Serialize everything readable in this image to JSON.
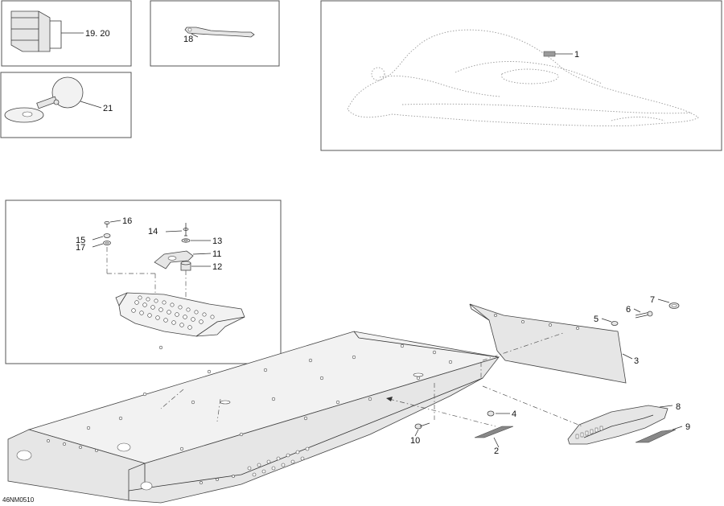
{
  "callouts": {
    "c1": "1",
    "c2": "2",
    "c3": "3",
    "c4": "4",
    "c5": "5",
    "c6": "6",
    "c7": "7",
    "c8": "8",
    "c9": "9",
    "c10": "10",
    "c11": "11",
    "c12": "12",
    "c13": "13",
    "c14": "14",
    "c15": "15",
    "c16": "16",
    "c17": "17",
    "c18": "18",
    "c19_20": "19. 20",
    "c21": "21"
  },
  "reference_code": "46NM0510"
}
